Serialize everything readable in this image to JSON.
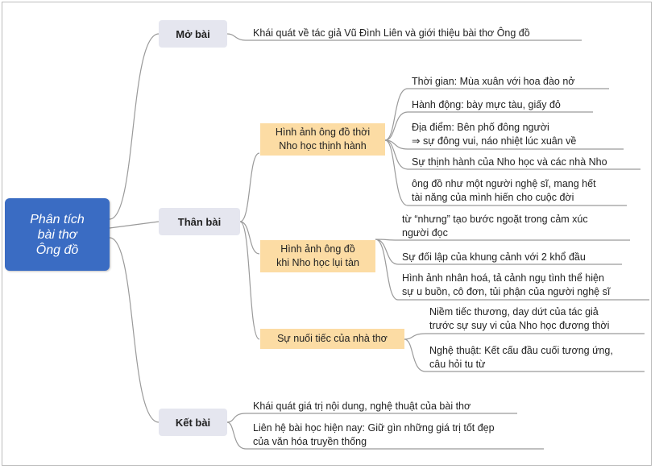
{
  "root": {
    "label": "Phân tích\nbài thơ\nÔng đồ"
  },
  "branches": {
    "mo_bai": {
      "label": "Mở bài",
      "leaves": [
        "Khái quát về tác giả Vũ Đình Liên và giới thiệu bài thơ Ông đồ"
      ]
    },
    "than_bai": {
      "label": "Thân bài",
      "sub1": {
        "label": "Hình ảnh ông đồ thời\nNho học thịnh hành",
        "leaves": [
          "Thời gian: Mùa xuân với hoa đào nở",
          "Hành động: bày mực tàu, giấy đỏ",
          "Địa điểm: Bên phố đông người\n⇒ sự đông vui, náo nhiệt lúc xuân về",
          "Sự thịnh hành của Nho học và các nhà Nho",
          "ông đồ như một người nghệ sĩ, mang hết\ntài năng của mình hiến cho cuộc đời"
        ]
      },
      "sub2": {
        "label": "Hình ảnh ông đồ\nkhi Nho học lụi tàn",
        "leaves": [
          "từ “nhưng” tạo bước ngoặt trong cảm xúc\nngười đọc",
          "Sự đối lập của khung cảnh với 2 khổ đầu",
          "Hình ảnh nhân hoá, tả cảnh ngụ tình thể hiện\nsự u buồn, cô đơn, tủi phận của người nghệ sĩ"
        ]
      },
      "sub3": {
        "label": "Sự nuối tiếc của nhà thơ",
        "leaves": [
          "Niềm tiếc thương, day dứt của tác giả\ntrước sự suy vi của Nho học đương thời",
          "Nghệ thuật: Kết cấu đầu cuối tương ứng,\ncâu hỏi tu từ"
        ]
      }
    },
    "ket_bai": {
      "label": "Kết bài",
      "leaves": [
        "Khái quát giá trị nội dung, nghệ thuật của bài thơ",
        "Liên hệ bài học hiện nay: Giữ gìn những giá trị tốt đẹp\ncủa văn hóa truyền thống"
      ]
    }
  },
  "colors": {
    "root": "#3a6cc3",
    "pill": "#e5e6ef",
    "subtopic": "#fcdca4",
    "connector": "#9a9a9a"
  }
}
